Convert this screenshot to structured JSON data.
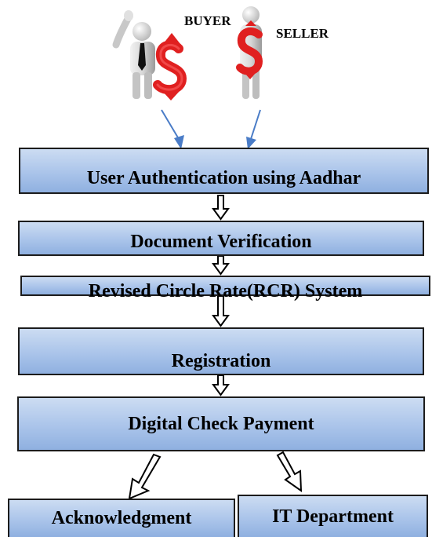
{
  "actors": {
    "buyer": {
      "label": "BUYER",
      "icon": "figure-holding-dollar-sign-icon"
    },
    "seller": {
      "label": "SELLER",
      "icon": "figure-holding-dollar-sign-icon"
    }
  },
  "steps": [
    "User Authentication using Aadhar",
    "Document Verification",
    "Revised Circle Rate(RCR) System",
    "Registration",
    "Digital Check Payment"
  ],
  "outputs": [
    "Acknowledgment",
    "IT Department"
  ],
  "colors": {
    "box_fill_top": "#ccdcf2",
    "box_fill_bottom": "#8fb0e0",
    "border": "#1c1c1c",
    "actor_arrow": "#4a7cc7",
    "dollar_sign": "#e02020"
  }
}
